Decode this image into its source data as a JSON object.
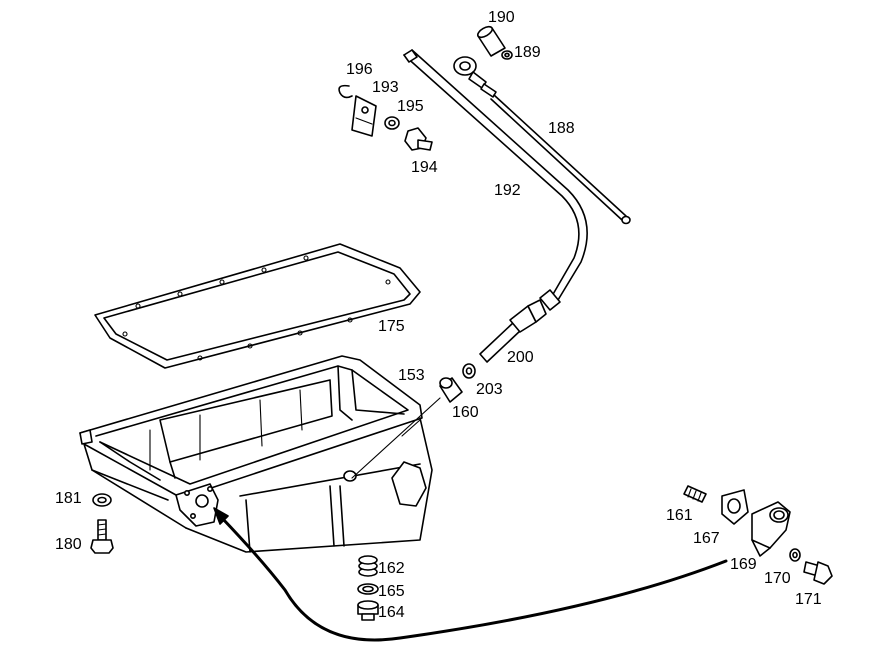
{
  "colors": {
    "ink": "#000000",
    "paper": "#ffffff"
  },
  "callouts": {
    "c190": "190",
    "c189": "189",
    "c196": "196",
    "c193": "193",
    "c195": "195",
    "c188": "188",
    "c194": "194",
    "c192": "192",
    "c175": "175",
    "c200": "200",
    "c153": "153",
    "c203": "203",
    "c160": "160",
    "c181": "181",
    "c180": "180",
    "c161": "161",
    "c167": "167",
    "c169": "169",
    "c170": "170",
    "c171": "171",
    "c162": "162",
    "c165": "165",
    "c164": "164"
  }
}
